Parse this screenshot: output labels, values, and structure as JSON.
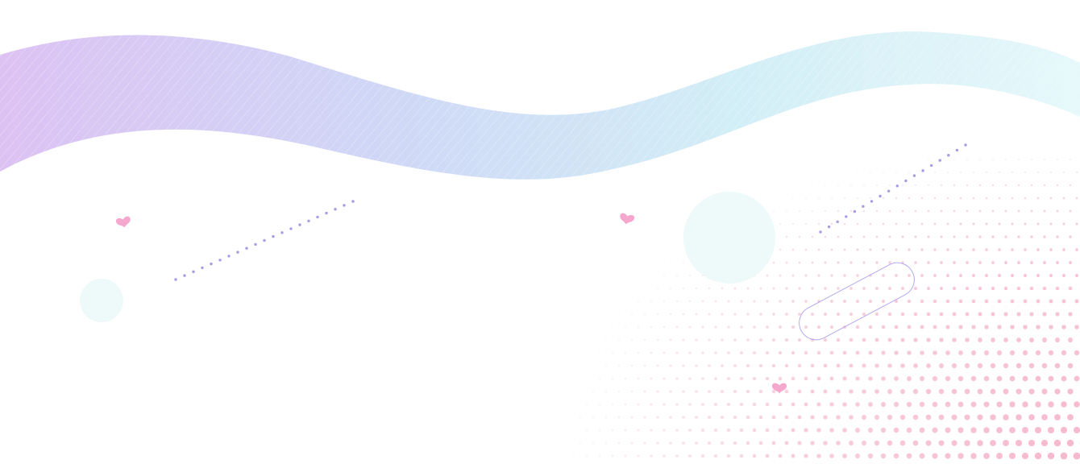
{
  "scene": {
    "background": "#ffffff",
    "wave": {
      "gradient": [
        "#dcc2f3",
        "#cfd9f6",
        "#d2eef6",
        "#e6f8fa"
      ],
      "stripes": true
    },
    "hearts": {
      "color": "#f5a7cd",
      "count": 3
    },
    "dotted_lines": {
      "color": "#a99be3",
      "count": 2
    },
    "circles": {
      "color": "#eef9fa",
      "count": 2
    },
    "outlined_pill": {
      "stroke": "#b4a9ee"
    },
    "halftone": {
      "color": "#f5b8cf"
    }
  }
}
